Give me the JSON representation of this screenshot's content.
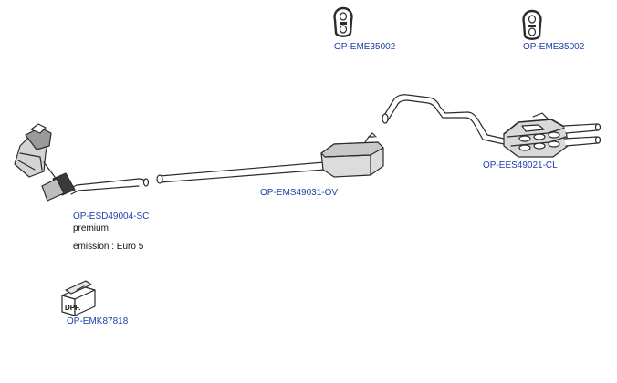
{
  "parts": {
    "hanger_left": "OP-EME35002",
    "hanger_right": "OP-EME35002",
    "rear_silencer": "OP-EES49021-CL",
    "middle_silencer": "OP-EMS49031-OV",
    "front_section": "OP-ESD49004-SC",
    "dpf_kit": "OP-EMK87818"
  },
  "notes": {
    "quality": "premium",
    "emission": "emission : Euro 5"
  },
  "icons": {
    "dpf_box": "DPF."
  },
  "colors": {
    "part_link": "#1f3fa8",
    "line": "#2b2b2b"
  }
}
